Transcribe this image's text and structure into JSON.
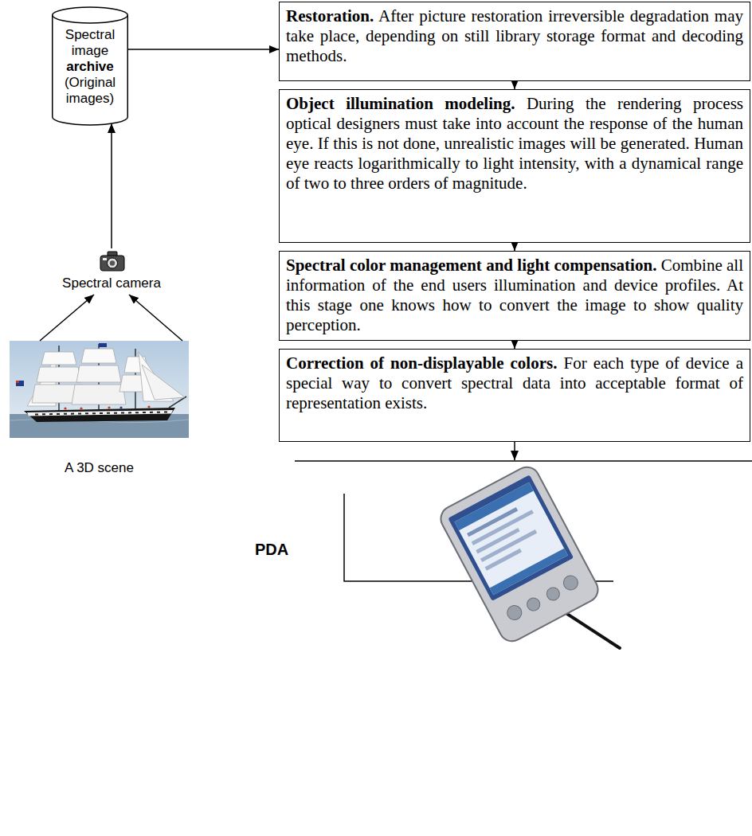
{
  "diagram": {
    "nodes": [
      {
        "text": [
          "Spectral image",
          "archive",
          "(Original images)"
        ]
      },
      {
        "text": [
          "Spectral camera"
        ]
      },
      {
        "text": [
          "A 3D scene"
        ]
      },
      {
        "text": [
          "Restoration.",
          "After picture restoration irreversible degradation may take place, depending on still library storage format and decoding methods."
        ]
      },
      {
        "text": [
          "Object illumination modeling.",
          "During the rendering process optical designers must take into account the response of the human eye. If this is not done, unrealistic images will be generated. Human eye reacts logarithmically to light intensity, with a dynamical range of two to three orders of magnitude."
        ]
      },
      {
        "text": [
          "Spectral color management and light compensation.",
          "Combine all information of the end users illumination and device profiles. At this stage one knows how to convert the image to show quality perception."
        ]
      },
      {
        "text": [
          "Correction of non-displayable colors.",
          "For each type of device a special way to convert spectral data into acceptable format of representation exists."
        ]
      },
      {
        "text": [
          "PDA"
        ]
      }
    ],
    "edges": [
      {
        "from": 0,
        "to": 3,
        "arrow": "to"
      },
      {
        "from": 3,
        "to": 4,
        "arrow": "to"
      },
      {
        "from": 4,
        "to": 5,
        "arrow": "to"
      },
      {
        "from": 5,
        "to": 6,
        "arrow": "to"
      },
      {
        "from": 6,
        "to": 7,
        "arrow": "to"
      },
      {
        "from": 1,
        "to": 0,
        "arrow": "to"
      },
      {
        "from": 2,
        "to": 1,
        "arrow": "to"
      }
    ]
  }
}
